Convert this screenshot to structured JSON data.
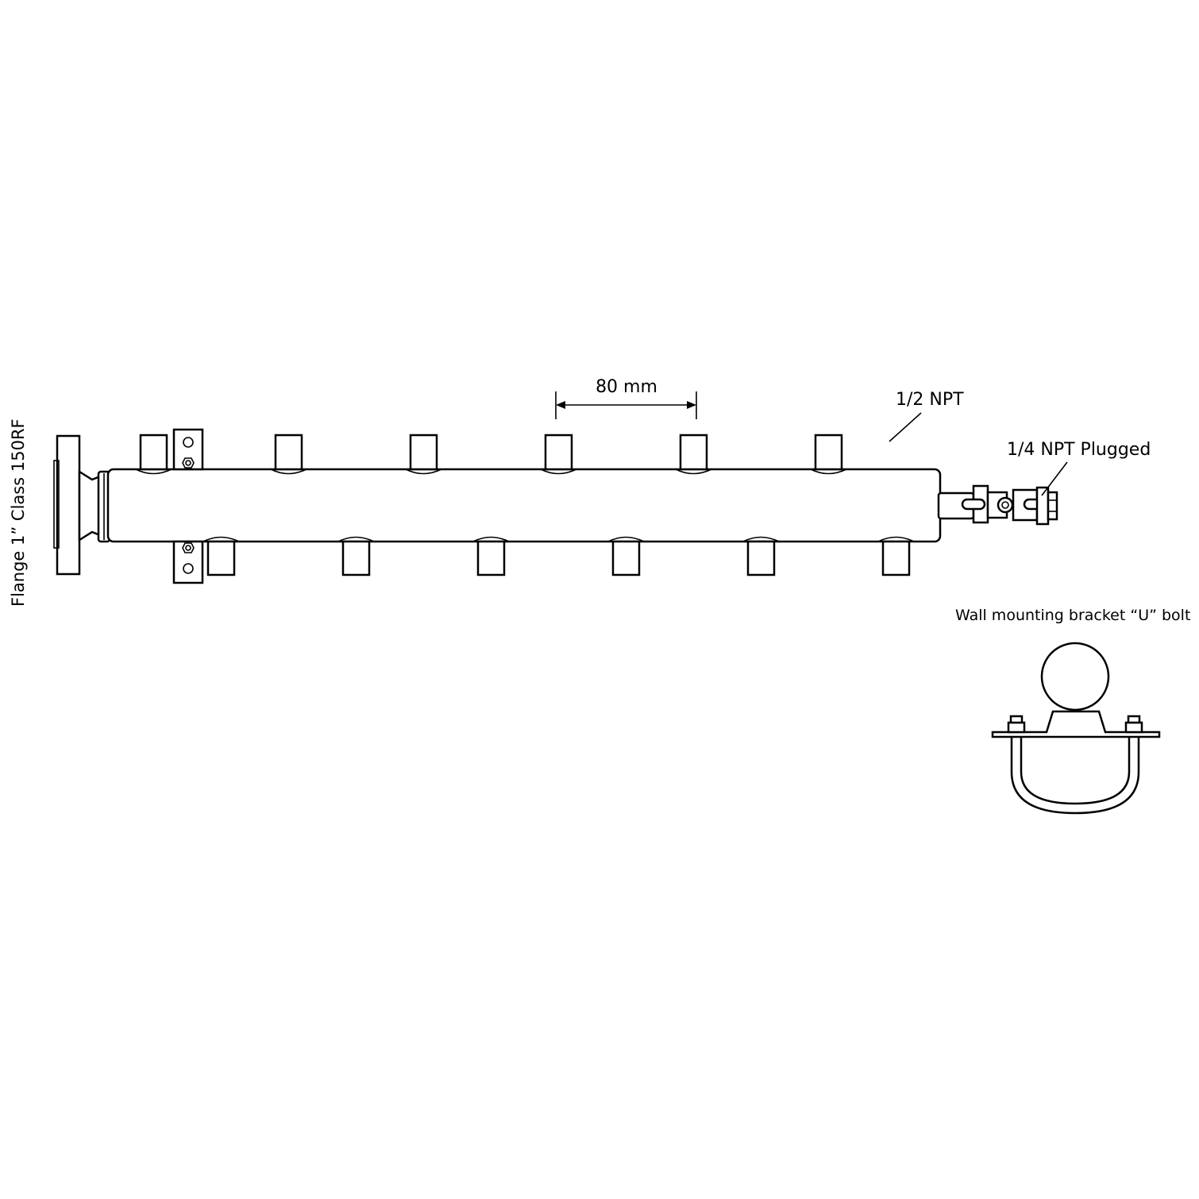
{
  "labels": {
    "flange": "Flange 1” Class 150RF",
    "spacing": "80 mm",
    "outlet_thread": "1/2 NPT",
    "end_plug": "1/4 NPT Plugged",
    "bracket_title": "Wall mounting bracket “U” bolt"
  },
  "manifold": {
    "top_outlets": 6,
    "bottom_outlets": 6,
    "outlet_spacing_mm": 80
  }
}
